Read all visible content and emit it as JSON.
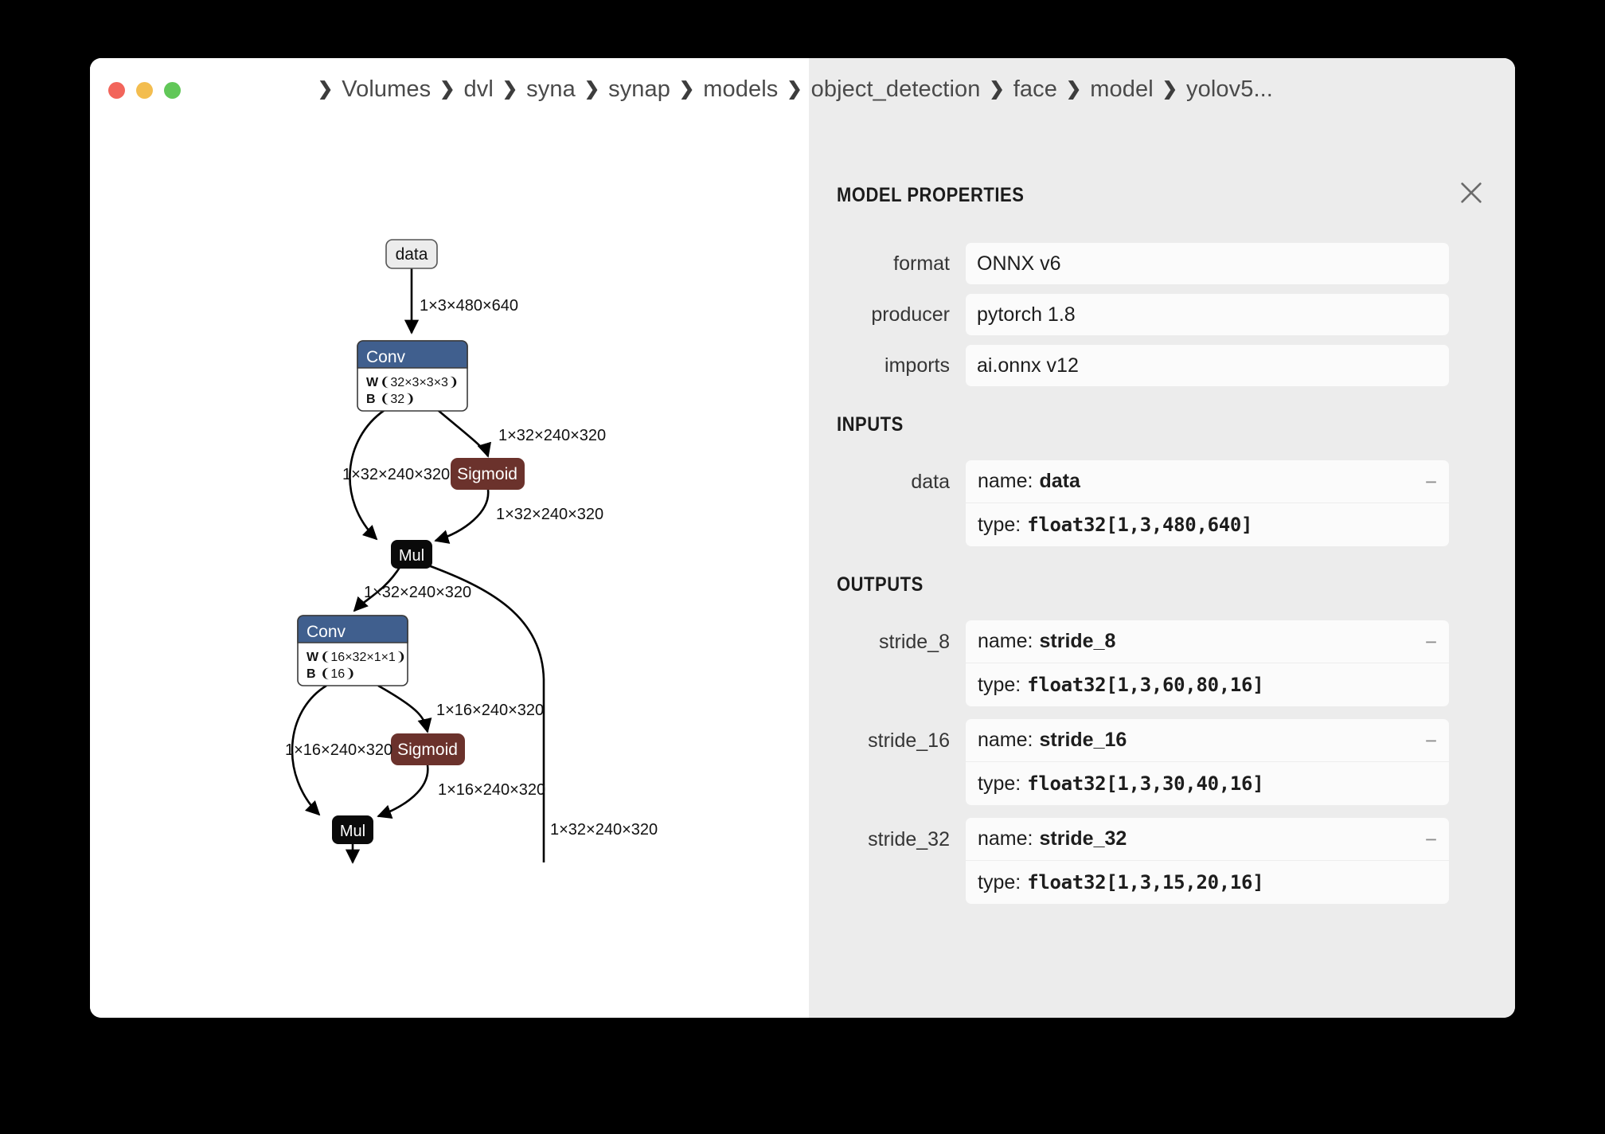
{
  "window": {
    "traffic_lights": [
      "close",
      "minimize",
      "zoom"
    ],
    "colors": {
      "close": "#f2655b",
      "minimize": "#f3bd4f",
      "zoom": "#61c758",
      "conv_header": "#405f8e",
      "sigmoid": "#6b322c",
      "mul": "#0a0a0a",
      "panel_bg": "#ececec",
      "field_bg": "#fbfbfb"
    }
  },
  "breadcrumb": {
    "items": [
      "Volumes",
      "dvl",
      "syna",
      "synap",
      "models",
      "object_detection",
      "face",
      "model",
      "yolov5..."
    ],
    "separator": "❯"
  },
  "sidebar": {
    "title": "MODEL PROPERTIES",
    "close_label": "✕",
    "properties": [
      {
        "label": "format",
        "value": "ONNX v6"
      },
      {
        "label": "producer",
        "value": "pytorch 1.8"
      },
      {
        "label": "imports",
        "value": "ai.onnx v12"
      }
    ],
    "inputs_title": "INPUTS",
    "inputs": [
      {
        "label": "data",
        "name_key": "name:",
        "name_value": "data",
        "type_key": "type:",
        "type_value": "float32[1,3,480,640]",
        "collapse": "−"
      }
    ],
    "outputs_title": "OUTPUTS",
    "outputs": [
      {
        "label": "stride_8",
        "name_key": "name:",
        "name_value": "stride_8",
        "type_key": "type:",
        "type_value": "float32[1,3,60,80,16]",
        "collapse": "−"
      },
      {
        "label": "stride_16",
        "name_key": "name:",
        "name_value": "stride_16",
        "type_key": "type:",
        "type_value": "float32[1,3,30,40,16]",
        "collapse": "−"
      },
      {
        "label": "stride_32",
        "name_key": "name:",
        "name_value": "stride_32",
        "type_key": "type:",
        "type_value": "float32[1,3,15,20,16]",
        "collapse": "−"
      }
    ]
  },
  "graph": {
    "nodes": {
      "data": {
        "label": "data"
      },
      "conv1": {
        "label": "Conv",
        "w_key": "W",
        "w_value": "❨32×3×3×3❩",
        "b_key": "B",
        "b_value": "❨32❩"
      },
      "sigmoid1": {
        "label": "Sigmoid"
      },
      "mul1": {
        "label": "Mul"
      },
      "conv2": {
        "label": "Conv",
        "w_key": "W",
        "w_value": "❨16×32×1×1❩",
        "b_key": "B",
        "b_value": "❨16❩"
      },
      "sigmoid2": {
        "label": "Sigmoid"
      },
      "mul2": {
        "label": "Mul"
      }
    },
    "edge_labels": {
      "data_to_conv1": "1×3×480×640",
      "conv1_to_sigmoid1": "1×32×240×320",
      "conv1_to_mul1": "1×32×240×320",
      "sigmoid1_to_mul1": "1×32×240×320",
      "mul1_to_conv2": "1×32×240×320",
      "conv2_to_sigmoid2": "1×16×240×320",
      "conv2_to_mul2": "1×16×240×320",
      "sigmoid2_to_mul2": "1×16×240×320",
      "mul1_skip": "1×32×240×320"
    }
  },
  "toolbar": {
    "items": [
      {
        "name": "properties-icon"
      },
      {
        "name": "zoom-in-icon"
      },
      {
        "name": "zoom-out-icon"
      }
    ]
  }
}
